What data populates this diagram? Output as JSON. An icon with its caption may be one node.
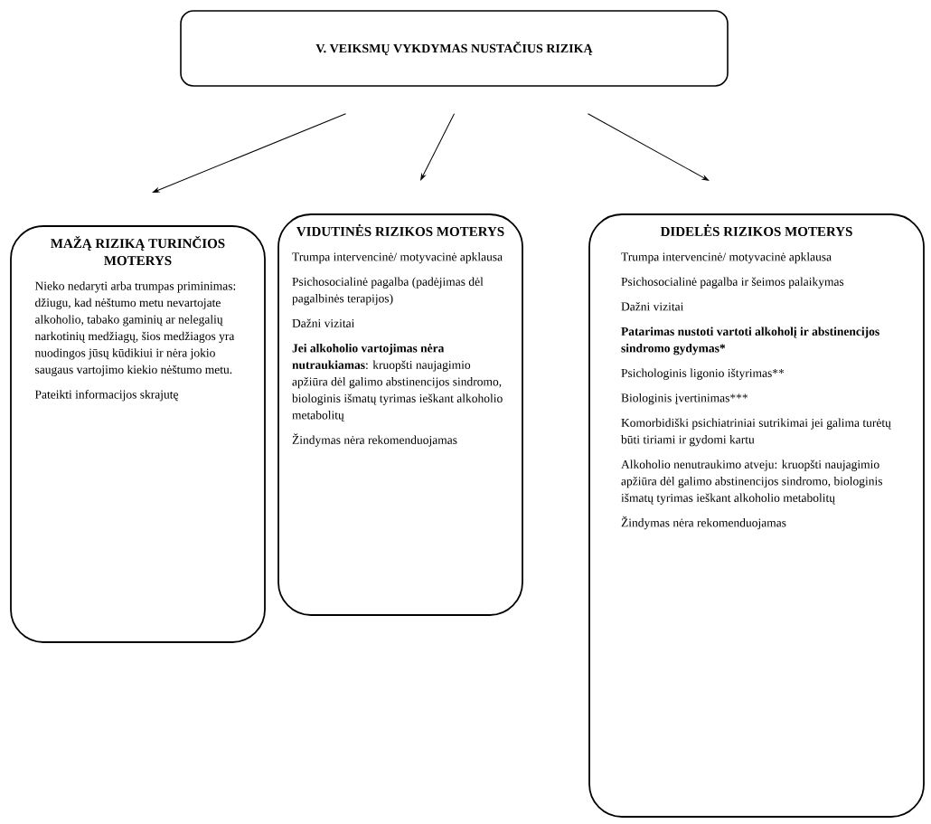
{
  "diagram": {
    "nodes": [
      {
        "text": [
          "V. VEIKSMŲ VYKDYMAS NUSTAČIUS RIZIKĄ"
        ]
      },
      {
        "text": [
          "MAŽĄ RIZIKĄ TURINČIOS MOTERYS",
          "Nieko nedaryti arba trumpas priminimas: džiugu, kad nėštumo metu nevartojate alkoholio, tabako gaminių ar nelegalių narkotinių medžiagų, šios medžiagos yra nuodingos jūsų kūdikiui ir nėra jokio saugaus vartojimo kiekio nėštumo metu.",
          "Pateikti informacijos skrajutę"
        ]
      },
      {
        "text": [
          "VIDUTINĖS RIZIKOS MOTERYS",
          "Trumpa intervencinė/ motyvacinė apklausa",
          "Psichosocialinė pagalba (padėjimas dėl pagalbinės terapijos)",
          "Dažni vizitai",
          "**Jei alkoholio vartojimas nėra nutraukiamas**: kruopšti naujagimio apžiūra dėl galimo abstinencijos sindromo, biologinis išmatų tyrimas ieškant alkoholio metabolitų",
          "Žindymas nėra rekomenduojamas"
        ]
      },
      {
        "text": [
          "DIDELĖS RIZIKOS MOTERYS",
          "Trumpa intervencinė/ motyvacinė apklausa",
          "Psichosocialinė pagalba ir šeimos palaikymas",
          "Dažni vizitai",
          "Patarimas nustoti vartoti alkoholį ir abstinencijos sindromo gydymas*",
          "Psichologinis ligonio ištyrimas**",
          "Biologinis įvertinimas***",
          "Komorbidiški psichiatriniai sutrikimai jei galima turėtų būti tiriami ir gydomi kartu",
          "Alkoholio nenutraukimo atveju: kruopšti naujagimio apžiūra dėl galimo abstinencijos sindromo, biologinis išmatų tyrimas ieškant alkoholio metabolitų",
          "Žindymas nėra rekomenduojamas"
        ]
      }
    ],
    "edges": [
      {
        "from": 0,
        "to": 1,
        "arrow": "to"
      },
      {
        "from": 0,
        "to": 2,
        "arrow": "to"
      },
      {
        "from": 0,
        "to": 3,
        "arrow": "to"
      }
    ]
  }
}
